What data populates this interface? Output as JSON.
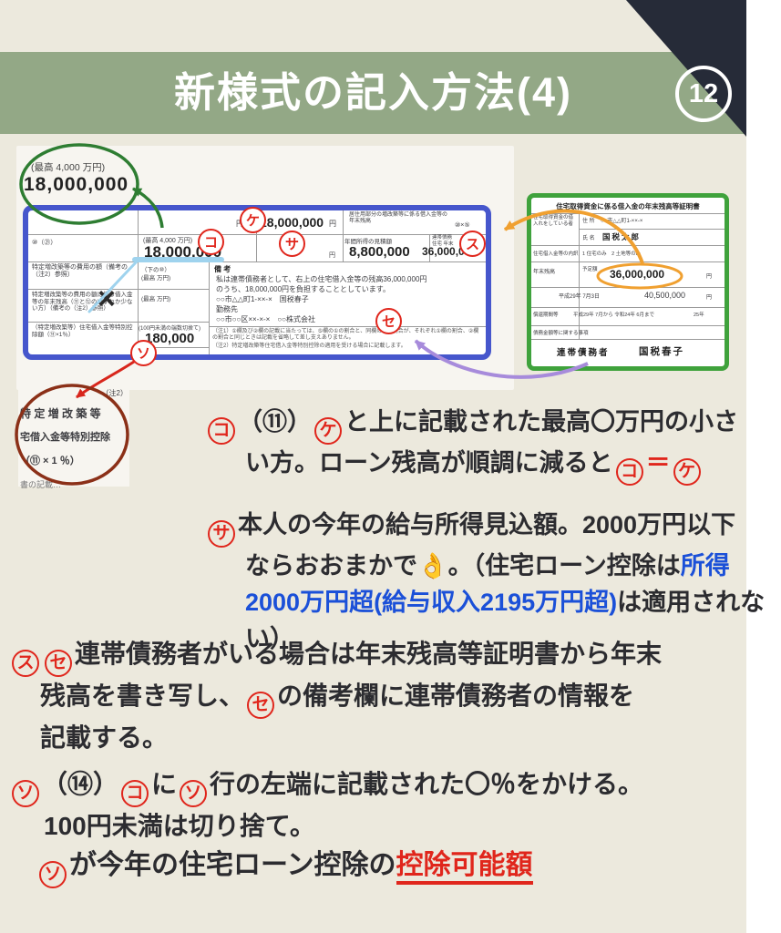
{
  "header": {
    "title": "新様式の記入方法(4)",
    "page_number": "12"
  },
  "colors": {
    "header_bg": "#93a886",
    "corner": "#262b38",
    "blue_box": "#4656cc",
    "green_box": "#3fa23c",
    "red": "#e0261c",
    "orange": "#f0a030",
    "purple": "#a78bdb",
    "green_arrow": "#2e7d32",
    "brown": "#8b3018",
    "light_blue": "#9fd3ee",
    "blue_text": "#1b50d8",
    "page_bg": "#ece9dd"
  },
  "form_left": {
    "callout": {
      "label": "(最高 4,000 万円)",
      "value": "18,000,000"
    },
    "row1": {
      "yen0": "円",
      "value": "18,000,000",
      "yen1": "円",
      "label": "居住用部分の増改築等に係る借入金等の年末残高",
      "formula": "⑩×⑤"
    },
    "row2": {
      "left_label": "⑩（㉑）",
      "c1_label": "(最高 4,000 万円)",
      "c1_value": "18,000,000",
      "mid_yen": "円",
      "c2_label": "年間所得の見積額",
      "c2_value": "8,800,000",
      "c3_label": "連帯債務 住宅 年末",
      "c3_yen": "円",
      "c3_value": "36,000,000"
    },
    "left_rows": {
      "r3": "特定増改築等の費用の額（備考の（注2）参照）",
      "r4": "特定増改築等の費用の額に係る借入金等の年末残高（⑪と⑫のいずれか少ない方）（備考の（注2）参照）",
      "r5": "（特定増改築等）住宅借入金等特別控除額（⑪×1％）"
    },
    "sub": {
      "shita": "（下の⑩）",
      "saikou1": "(最高 万円)",
      "saikou2": "(最高 万円)",
      "cross": "×",
      "round_note": "(100円未満の端数切捨て)",
      "result": "180,000"
    },
    "bikou": {
      "label": "備 考",
      "l1": "私は連帯債務者として、右上の住宅借入金等の残高36,000,000円",
      "l2": "のうち、18,000,000円を負担することとしています。",
      "l3": "○○市△△町1-××-×　国税春子",
      "l4": "勤務先",
      "l5": "○○市○○区××-×-×　○○株式会社"
    },
    "notes": {
      "n1": "（注1）①欄及び②欄の記載に当たっては、⑤欄の①の割合と、同欄の②の割合が、それぞれ①欄の割合、②欄の割合と同じときは記載を省略して差し支えありません。",
      "n2": "（注2）特定増改築等住宅借入金等特別控除の適用を受ける場合に記載します。"
    }
  },
  "excerpt": {
    "l0": "（注2）",
    "l1": "特 定 増 改 築 等",
    "l2": "宅借入金等特別控除",
    "l3": "（⑪ × 1 ％）",
    "l4": "書の記載…"
  },
  "form_right": {
    "title": "住宅取得資金に係る借入金の年末残高等証明書",
    "r1_label": "住宅取得資金の借入れをしている者",
    "r1_addr_label": "住 所",
    "r1_addr": "○○市△△町1-××-×",
    "r1_name_label": "氏 名",
    "r1_name": "国税太郎",
    "r2_label": "住宅借入金等の内訳",
    "r2_value": "1 住宅のみ　2 土地等のみ",
    "r3_label": "年末残高",
    "r3_sub": "予定額",
    "r3_value": "36,000,000",
    "r3_yen": "円",
    "r4_date": "平成29年 7月3日",
    "r4_value": "40,500,000",
    "r4_yen": "円",
    "r5_label": "償還期間等",
    "r5_value": "平成29年 7月から 令和24年 6月まで",
    "r5_years": "25年",
    "r6_label": "債務金額等に関する事項",
    "r7_label": "連帯債務者",
    "r7_value": "国税春子"
  },
  "markers": {
    "ke": "ケ",
    "ko": "コ",
    "sa": "サ",
    "su": "ス",
    "se": "セ",
    "so": "ソ"
  },
  "explanations": {
    "ko": {
      "marker": "コ",
      "p1": "（⑪）",
      "m1": "ケ",
      "p2": "と上に記載された最高〇万円の小さ",
      "p3": "い方。ローン残高が順調に減ると",
      "m2": "コ",
      "eq": "＝",
      "m3": "ケ"
    },
    "sa": {
      "marker": "サ",
      "l1": "本人の今年の給与所得見込額。2000万円以下",
      "l2a": "ならおおまかで",
      "emoji": "👌",
      "l2b": "。（住宅ローン控除は",
      "blue1": "所得",
      "blue2": "2000万円超(給与収入2195万円超)",
      "l3": "は適用されない）"
    },
    "suse": {
      "m1": "ス",
      "m2": "セ",
      "l1": "連帯債務者がいる場合は年末残高等証明書から年末",
      "l2a": "残高を書き写し、",
      "m3": "セ",
      "l2b": "の備考欄に連帯債務者の情報を",
      "l3": "記載する。"
    },
    "so": {
      "marker": "ソ",
      "p1": "（⑭）",
      "m1": "コ",
      "p2": "に",
      "m2": "ソ",
      "p3": "行の左端に記載された〇％をかける。",
      "l2": "100円未満は切り捨て。"
    },
    "final": {
      "m1": "ソ",
      "p1": "が今年の住宅ローン控除の",
      "highlight": "控除可能額"
    }
  }
}
